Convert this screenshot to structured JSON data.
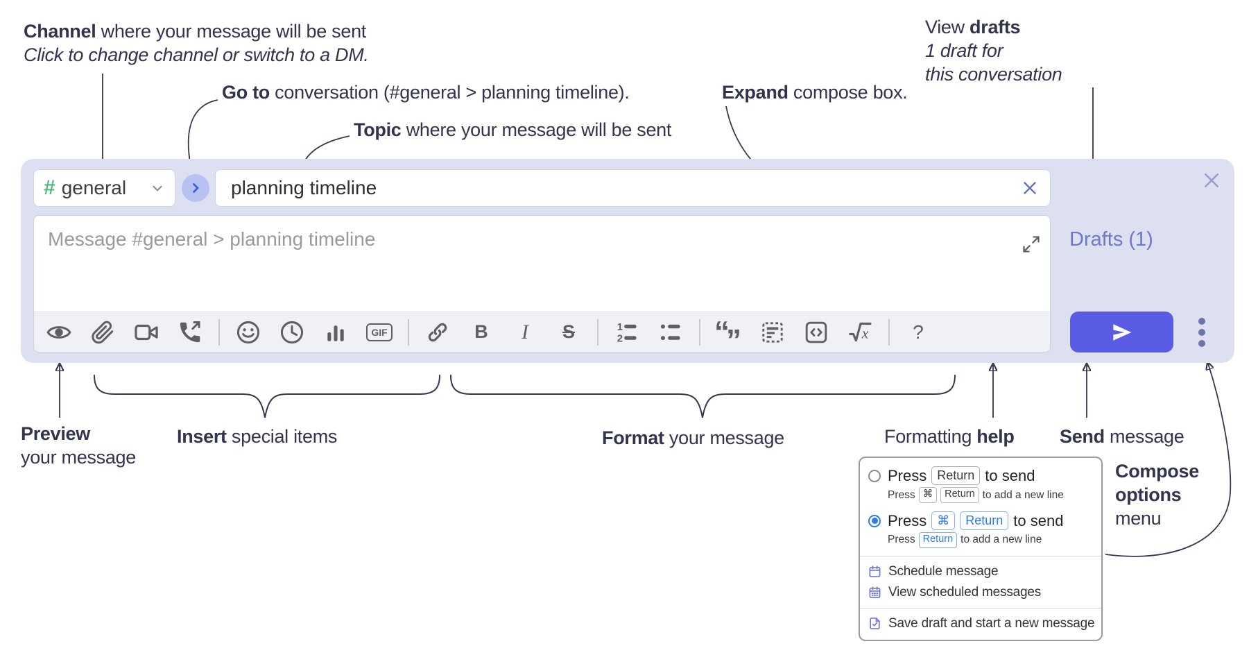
{
  "annotations": {
    "channel": {
      "lead": "Channel",
      "rest": " where your message will be sent",
      "sub": "Click to change channel or switch to a DM."
    },
    "go_to": {
      "lead": "Go to",
      "rest": " conversation (#general > planning timeline)."
    },
    "topic": {
      "lead": "Topic",
      "rest": " where your message will be sent"
    },
    "expand": {
      "lead": "Expand",
      "rest": " compose box."
    },
    "view_drafts": {
      "pre": "View ",
      "lead": "drafts",
      "sub1": "1 draft for",
      "sub2": "this conversation"
    },
    "preview": {
      "lead": "Preview",
      "sub": "your message"
    },
    "insert": {
      "lead": "Insert",
      "rest": " special items"
    },
    "format": {
      "lead": "Format",
      "rest": " your message"
    },
    "formatting_help": {
      "pre": "Formatting ",
      "lead": "help"
    },
    "send": {
      "lead": "Send",
      "rest": " message"
    },
    "compose_options": {
      "lead1": "Compose",
      "lead2": "options",
      "rest": "menu"
    }
  },
  "compose_box": {
    "channel_selector": {
      "hash": "#",
      "label": "general"
    },
    "topic_input": {
      "value": "planning timeline"
    },
    "message_input": {
      "placeholder": "Message #general > planning timeline"
    },
    "drafts_link": {
      "label": "Drafts (1)"
    },
    "toolbar": {
      "gif_label": "GIF",
      "bold_label": "B",
      "italic_label": "I",
      "strike_label": "S",
      "ol_num1": "1",
      "ol_num2": "2",
      "quote_open": "“",
      "quote_close": "”",
      "math_radical_x": "x",
      "help_label": "?"
    }
  },
  "compose_menu": {
    "option_enter": {
      "press": "Press",
      "key_return": "Return",
      "suffix": "to send",
      "sub_press": "Press",
      "sub_key_cmd": "⌘",
      "sub_key_return": "Return",
      "sub_suffix": "to add a new line"
    },
    "option_cmd_enter": {
      "press": "Press",
      "key_cmd": "⌘",
      "key_return": "Return",
      "suffix": "to send",
      "sub_press": "Press",
      "sub_key_return": "Return",
      "sub_suffix": "to add a new line"
    },
    "schedule_label": "Schedule message",
    "view_scheduled_label": "View scheduled messages",
    "save_draft_label": "Save draft and start a new message"
  },
  "colors": {
    "compose_background": "#dce0f1",
    "send_button": "#5b5ce6",
    "drafts_link": "#6d79c7",
    "channel_hash_green": "#54bb80",
    "selected_key_blue": "#2b7af0",
    "menu_icon_purple": "#6e76dd",
    "annotation_ink": "#32344e",
    "toolbar_icon_gray": "#5f5f5f"
  }
}
